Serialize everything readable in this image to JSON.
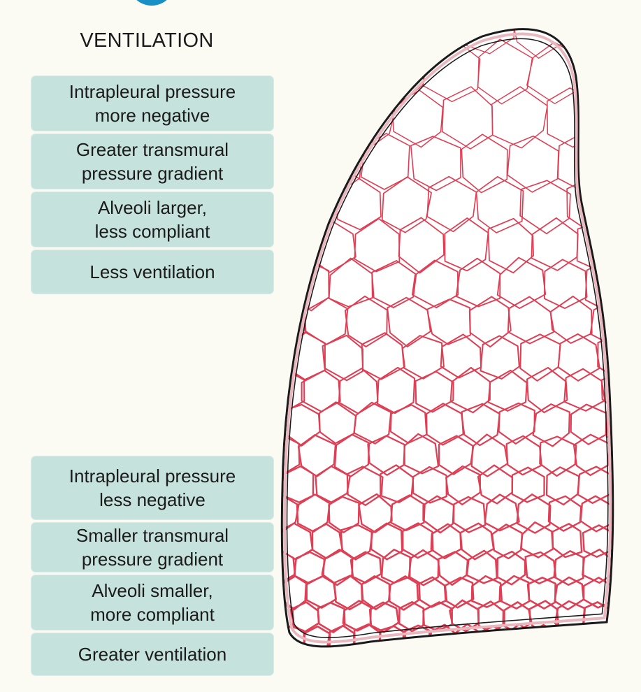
{
  "heading": "VENTILATION",
  "top_cards": [
    "Intrapleural pressure\nmore negative",
    "Greater transmural\npressure gradient",
    "Alveoli larger,\nless compliant",
    "Less ventilation"
  ],
  "bottom_cards": [
    "Intrapleural pressure\nless negative",
    "Smaller transmural\npressure gradient",
    "Alveoli smaller,\nmore compliant",
    "Greater ventilation"
  ],
  "colors": {
    "card_bg": "#c6e2dd",
    "alveoli_stroke": "#de3f55",
    "outline": "#1a1a1a",
    "accent": "#1a8fc6"
  }
}
